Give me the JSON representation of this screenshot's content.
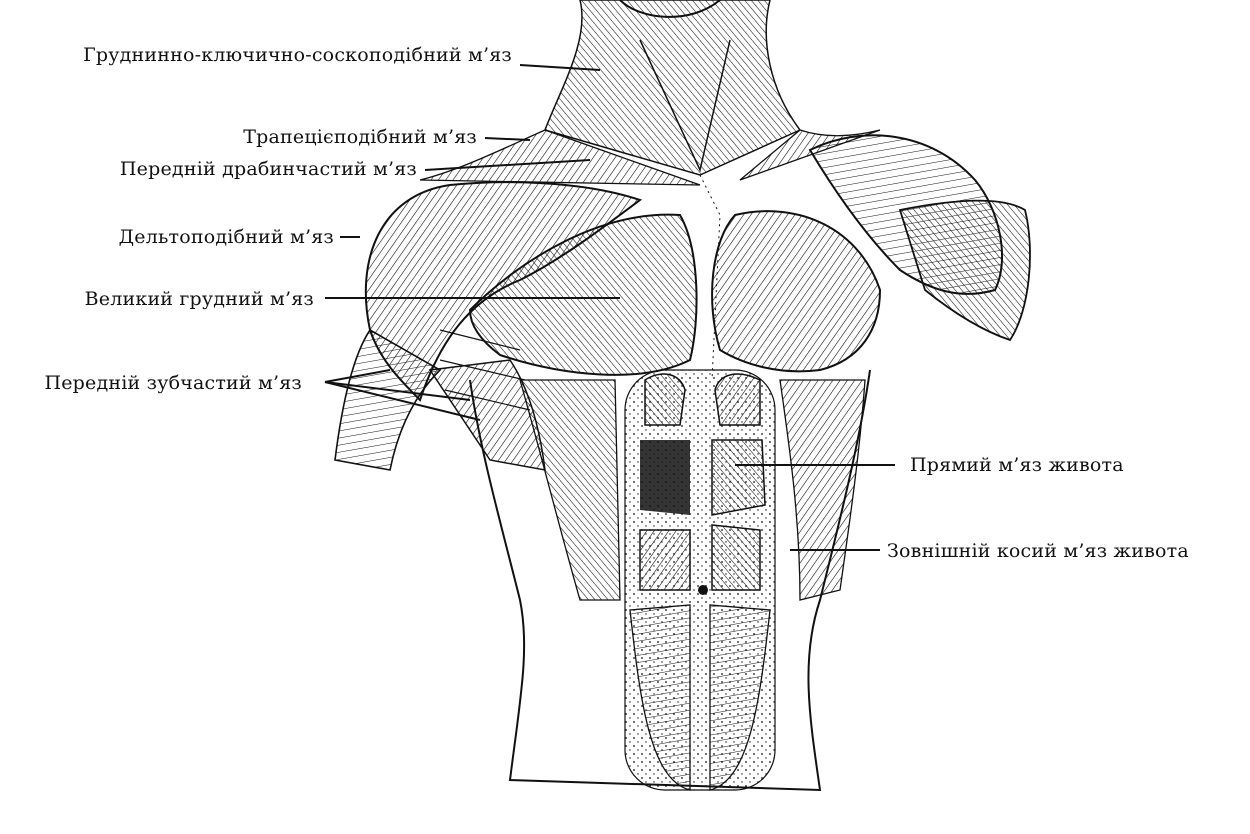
{
  "labels": {
    "sternocleidomastoid": "Груднинно-ключично-соскоподібний м’яз",
    "trapezius": "Трапецієподібний м’яз",
    "scalene_anterior": "Передній драбинчастий м’яз",
    "deltoid": "Дельтоподібний м’яз",
    "pectoralis_major": "Великий грудний м’яз",
    "serratus_anterior": "Передній зубчастий м’яз",
    "rectus_abdominis": "Прямий м’яз живота",
    "external_oblique": "Зовнішній косий м’яз живота"
  },
  "colors": {
    "ink": "#111111",
    "paper": "#ffffff"
  }
}
